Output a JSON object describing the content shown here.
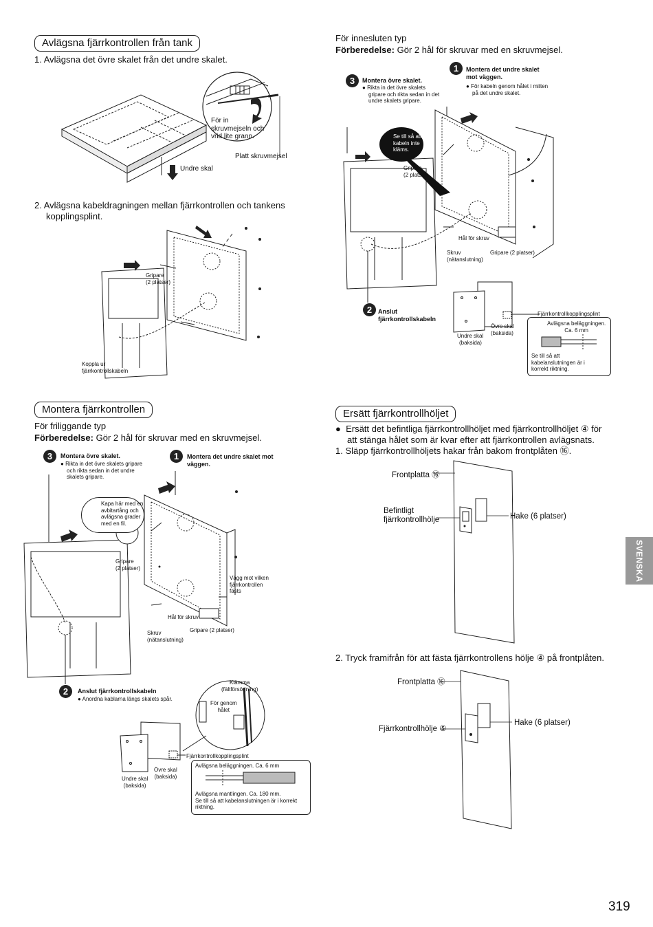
{
  "left_top": {
    "title": "Avlägsna fjärrkontrollen från tank",
    "step1": "1.  Avlägsna det övre skalet från det undre skalet.",
    "fig1": {
      "label_tip": [
        "För in",
        "skruvmejseln och",
        "vrid lite grann."
      ],
      "label_screwdriver": "Platt skruvmejsel",
      "label_lower": "Undre skal"
    },
    "step2": [
      "2.  Avlägsna kabeldragningen mellan fjärrkontrollen och tankens",
      "kopplingsplint."
    ],
    "fig2": {
      "label_gripare": [
        "Gripare",
        "(2 platser)"
      ],
      "label_koppla": [
        "Koppla ur",
        "fjärrkontrollskabeln"
      ]
    }
  },
  "right_top": {
    "intro": "För innesluten typ",
    "prep_bold": "Förberedelse:",
    "prep_rest": " Gör 2 hål för skruvar med en skruvmejsel.",
    "n3": "3",
    "n3_title": "Montera övre skalet.",
    "n3_text": [
      "Rikta in det övre skalets",
      "gripare och rikta sedan in det",
      "undre skalets gripare."
    ],
    "n1": "1",
    "n1_title": [
      "Montera det undre skalet",
      "mot väggen."
    ],
    "n1_text": [
      "För kabeln genom hålet i mitten",
      "på det undre skalet."
    ],
    "bubble": [
      "Se till så att",
      "kabeln inte",
      "kläms."
    ],
    "gripare": [
      "Gripare",
      "(2 platser)"
    ],
    "hal": "Hål för skruv",
    "skruv": [
      "Skruv",
      "(nätanslutning)"
    ],
    "gripare2": "Gripare (2 platser)",
    "n2": "2",
    "n2_title": [
      "Anslut",
      "fjärrkontrollskabeln"
    ],
    "undre": [
      "Undre skal",
      "(baksida)"
    ],
    "ovre": [
      "Övre skal",
      "(baksida)"
    ],
    "plint": "Fjärrkontrollkopplingsplint",
    "remove_coat": [
      "Avlägsna beläggningen.",
      "Ca. 6 mm"
    ],
    "check": [
      "Se till så att",
      "kabelanslutningen är i",
      "korrekt riktning."
    ]
  },
  "left_bottom": {
    "title": "Montera fjärrkontrollen",
    "intro": "För friliggande typ",
    "prep_bold": "Förberedelse:",
    "prep_rest": " Gör 2 hål för skruvar med en skruvmejsel.",
    "n3": "3",
    "n3_title": "Montera övre skalet.",
    "n3_text": [
      "Rikta in det övre skalets gripare",
      "och rikta sedan in det undre",
      "skalets gripare."
    ],
    "n1": "1",
    "n1_title": [
      "Montera det undre skalet mot",
      "väggen."
    ],
    "cut": [
      "Kapa här med en",
      "avbitartång och",
      "avlägsna grader",
      "med en fil."
    ],
    "gripare": [
      "Gripare",
      "(2 platser)"
    ],
    "wall": [
      "Vägg mot vilken",
      "fjärrkontrollen",
      "fästs"
    ],
    "hal": "Hål för skruv",
    "skruv": [
      "Skruv",
      "(nätanslutning)"
    ],
    "gripare2": "Gripare (2 platser)",
    "n2": "2",
    "n2_title": "Anslut fjärrkontrollskabeln",
    "n2_text": "Anordna kablarna längs skalets spår.",
    "klamma": [
      "Klämma",
      "(fältförsörjning)"
    ],
    "genom": [
      "För genom",
      "hålet"
    ],
    "plint": "Fjärrkontrollkopplingsplint",
    "undre": [
      "Undre skal",
      "(baksida)"
    ],
    "ovre": [
      "Övre skal",
      "(baksida)"
    ],
    "remove_coat": "Avlägsna beläggningen. Ca. 6 mm",
    "remove_jacket": [
      "Avlägsna mantlingen. Ca. 180 mm.",
      "Se till så att kabelanslutningen är i korrekt",
      "riktning."
    ]
  },
  "right_bottom": {
    "title": "Ersätt fjärrkontrollhöljet",
    "bullet": [
      "Ersätt det befintliga fjärrkontrollhöljet med fjärrkontrollhöljet ④ för",
      "att stänga hålet som är kvar efter att fjärrkontrollen avlägsnats."
    ],
    "step1": "1.  Släpp fjärrkontrollhöljets hakar från bakom frontplåten ⑯.",
    "fig1_front": "Frontplatta ⑯",
    "fig1_existing": [
      "Befintligt",
      "fjärrkontrollhölje"
    ],
    "fig1_hake": "Hake (6 platser)",
    "step2": "2.  Tryck framifrån för att fästa fjärrkontrollens hölje ④ på frontplåten.",
    "fig2_front": "Frontplatta ⑯",
    "fig2_cover": "Fjärrkontrollhölje ⑤",
    "fig2_hake": "Hake (6 platser)"
  },
  "side_tab": "SVENSKA",
  "page_number": "319"
}
